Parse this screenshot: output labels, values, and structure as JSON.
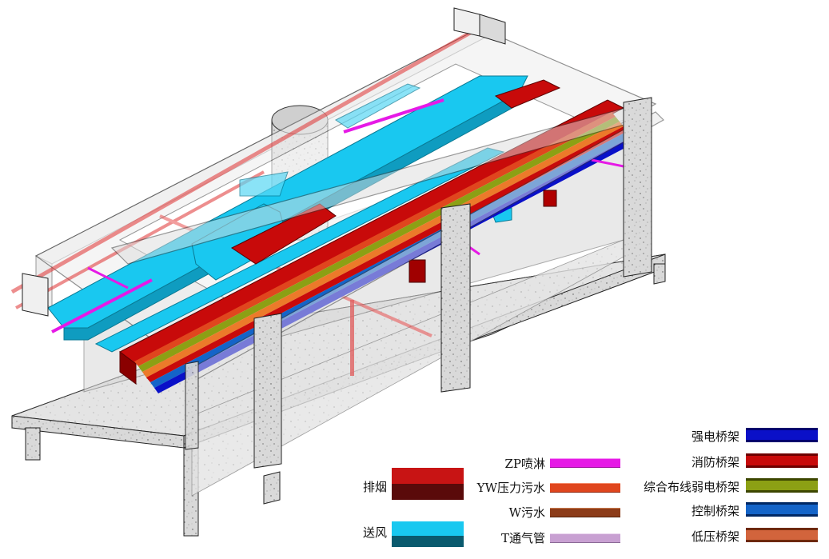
{
  "legend": {
    "ducts": [
      {
        "key": "smoke-exhaust",
        "label": "排烟",
        "colors": [
          "#c81414",
          "#5a0a0a"
        ]
      },
      {
        "key": "supply-air",
        "label": "送风",
        "colors": [
          "#19c8f0",
          "#0a5a6e"
        ]
      }
    ],
    "pipes": [
      {
        "key": "sprinkler",
        "label": "ZP喷淋",
        "color": "#e619e6"
      },
      {
        "key": "pressure-sewage",
        "label": "YW压力污水",
        "color": "#e0461e"
      },
      {
        "key": "sewage",
        "label": "W污水",
        "color": "#8c3c19"
      },
      {
        "key": "vent-pipe",
        "label": "T通气管",
        "color": "#c8a0d2"
      }
    ],
    "trays": [
      {
        "key": "power-tray",
        "label": "强电桥架",
        "color": "#0a10c8",
        "dark": "#00006e"
      },
      {
        "key": "fire-tray",
        "label": "消防桥架",
        "color": "#c80a0a",
        "dark": "#6e0000"
      },
      {
        "key": "weak-tray",
        "label": "综合布线弱电桥架",
        "color": "#8ca014",
        "dark": "#3c4600"
      },
      {
        "key": "control-tray",
        "label": "控制桥架",
        "color": "#1464c8",
        "dark": "#002864"
      },
      {
        "key": "lv-tray",
        "label": "低压桥架",
        "color": "#d2643c",
        "dark": "#6e280a"
      }
    ]
  }
}
